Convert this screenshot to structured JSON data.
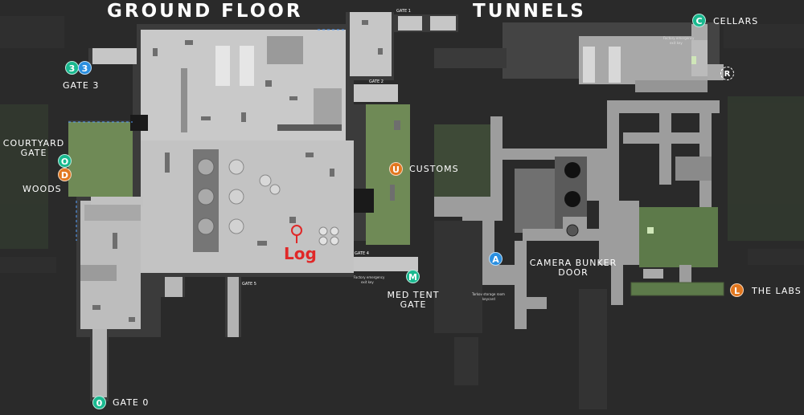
{
  "titles": {
    "ground_floor": "GROUND FLOOR",
    "tunnels": "TUNNELS"
  },
  "markers": {
    "gate3_a": "3",
    "gate3_b": "3",
    "courtyard": "O",
    "woods": "D",
    "customs": "U",
    "med_tent": "M",
    "cellars": "C",
    "reserve": "R",
    "camera_bunker": "A",
    "labs": "L",
    "gate0": "0"
  },
  "labels": {
    "gate3": "GATE 3",
    "courtyard_line1": "COURTYARD",
    "courtyard_line2": "GATE",
    "woods": "WOODS",
    "customs": "CUSTOMS",
    "med_tent_line1": "MED TENT",
    "med_tent_line2": "GATE",
    "gate0": "GATE 0",
    "cellars": "CELLARS",
    "camera_line1": "CAMERA BUNKER",
    "camera_line2": "DOOR",
    "labs": "THE LABS",
    "log": "Log"
  },
  "gate_labels": {
    "gate1": "GATE 1",
    "gate2": "GATE 2",
    "gate4": "GATE 4",
    "gate5": "GATE 5"
  },
  "small_notes": {
    "cellars_key_line1": "Factory emergency",
    "cellars_key_line2": "exit key",
    "gate4_key_line1": "Factory emergency",
    "gate4_key_line2": "exit key",
    "tunnel_note_line1": "Tarkov storage room",
    "tunnel_note_line2": "keycard"
  },
  "colors": {
    "background": "#2a2a2a",
    "floor": "#c7c7c7",
    "wall": "#3a3a3a",
    "outdoor_green": "#6e8a55",
    "tunnel_floor": "#9d9d9d",
    "marker_green": "#19b98f",
    "marker_orange": "#e2771f",
    "marker_blue": "#2a8fe0",
    "log_red": "#e02828"
  },
  "icons": [
    "log-location-pin-icon",
    "loot-cluster-icon",
    "exit-marker-icon"
  ]
}
